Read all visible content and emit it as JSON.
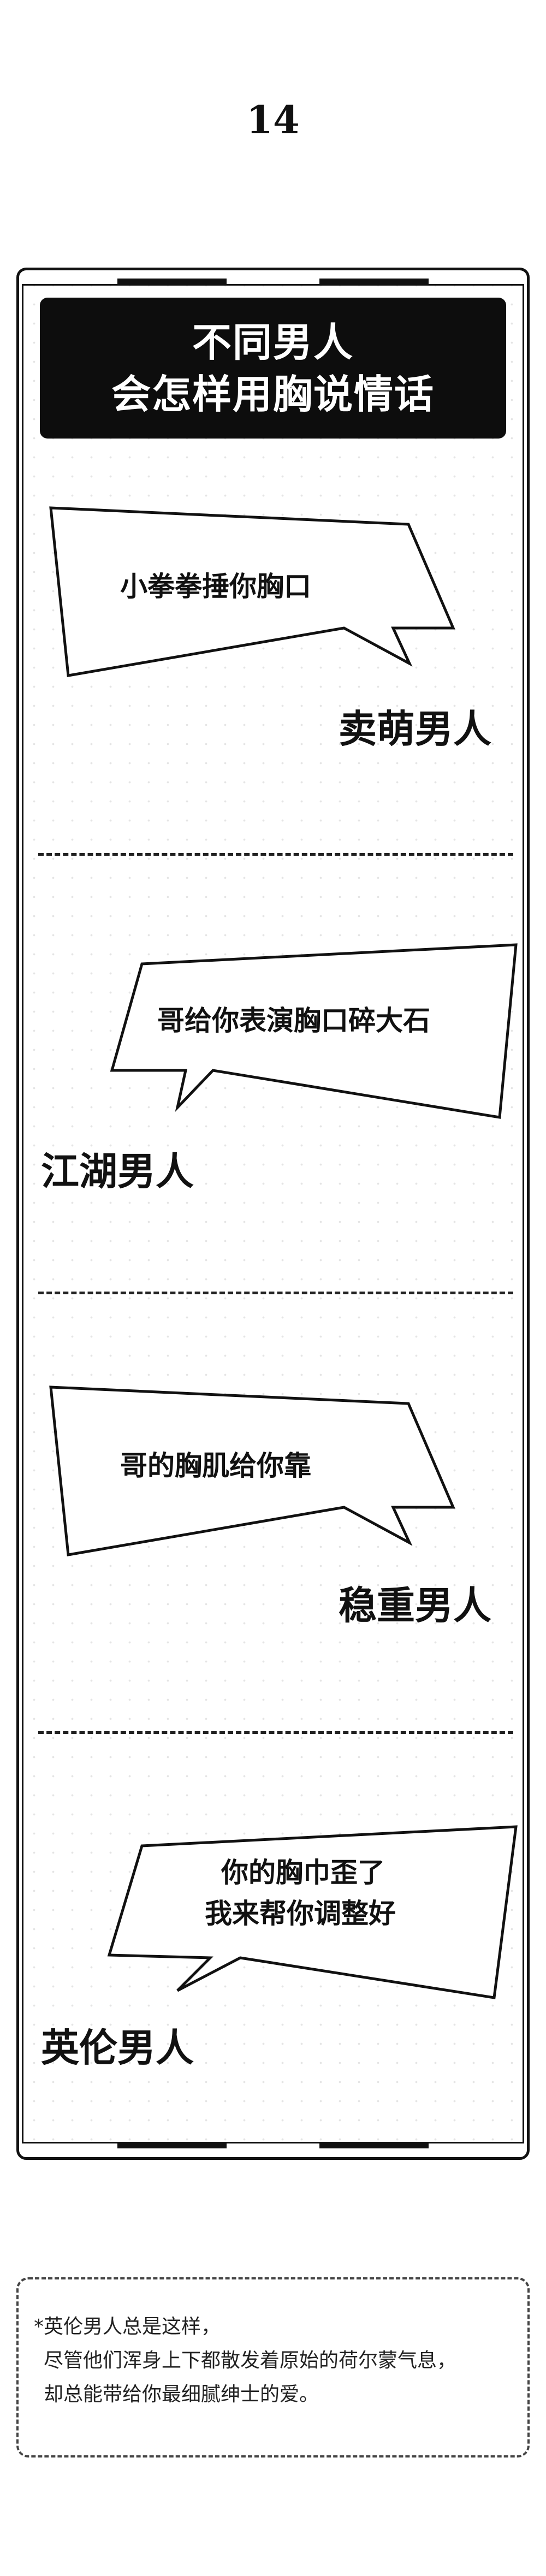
{
  "page_number": "14",
  "title": {
    "line1": "不同男人",
    "line2": "会怎样用胸说情话"
  },
  "panels": [
    {
      "speech": [
        "小拳拳捶你胸口"
      ],
      "label": "卖萌男人"
    },
    {
      "speech": [
        "哥给你表演胸口碎大石"
      ],
      "label": "江湖男人"
    },
    {
      "speech": [
        "哥的胸肌给你靠"
      ],
      "label": "稳重男人"
    },
    {
      "speech": [
        "你的胸巾歪了",
        "我来帮你调整好"
      ],
      "label": "英伦男人"
    }
  ],
  "note": {
    "lines": [
      "*英伦男人总是这样，",
      "尽管他们浑身上下都散发着原始的荷尔蒙气息，",
      "却总能带给你最细腻绅士的爱。"
    ]
  },
  "colors": {
    "ink": "#111111",
    "grid_dot": "#e4e4e4",
    "background": "#ffffff"
  }
}
